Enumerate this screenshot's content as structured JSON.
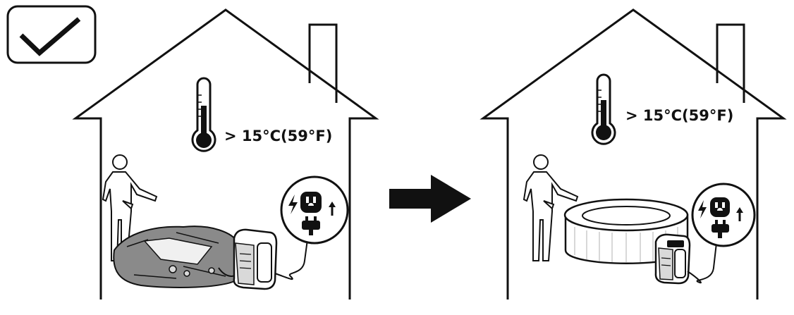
{
  "status": {
    "icon": "check-icon",
    "meaning": "correct"
  },
  "panels": [
    {
      "id": "before",
      "temperature_label": "> 15°C(59°F)",
      "icons": [
        "thermometer-icon",
        "power-plug-icon",
        "electricity-bolt-icon",
        "up-arrow-icon"
      ],
      "scene": "person pointing at deflated spa and pump indoors"
    },
    {
      "id": "after",
      "temperature_label": "> 15°C(59°F)",
      "icons": [
        "thermometer-icon",
        "power-plug-icon",
        "electricity-bolt-icon",
        "up-arrow-icon"
      ],
      "scene": "person pointing at inflated spa and pump indoors"
    }
  ],
  "transition": {
    "icon": "right-arrow-icon"
  },
  "colors": {
    "ink": "#111111",
    "fill": "#ffffff",
    "deflated_spa": "#8a8a8a",
    "gray_light": "#d9d9d9"
  }
}
